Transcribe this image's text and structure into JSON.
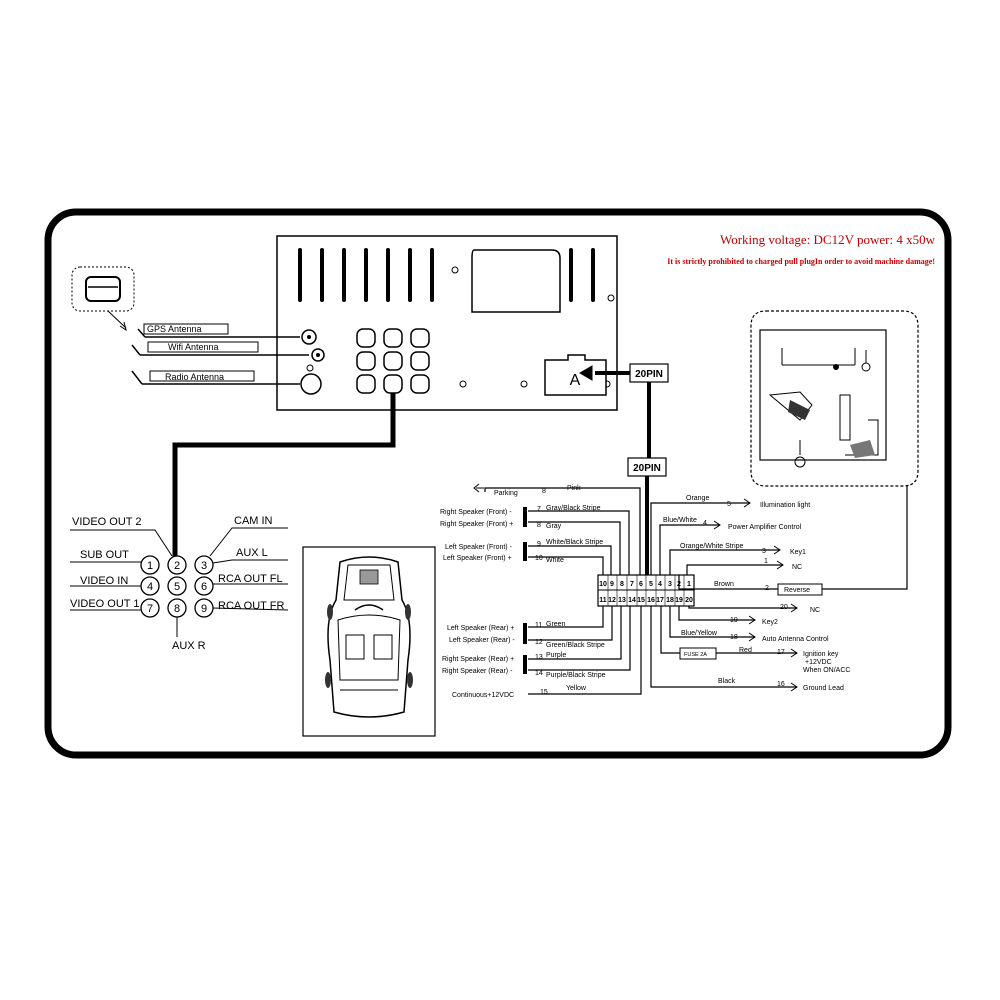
{
  "header": {
    "working_voltage": "Working voltage: DC12V power: 4 x50w",
    "warning": "It is strictly prohibited to charged pull plugIn order to avoid machine damage!"
  },
  "antennas": {
    "gps": "GPS Antenna",
    "wifi": "Wifi Antenna",
    "radio": "Radio Antenna"
  },
  "connector_a": "A",
  "pin_labels": [
    "20PIN",
    "20PIN"
  ],
  "av_connector": {
    "pins": [
      "1",
      "2",
      "3",
      "4",
      "5",
      "6",
      "7",
      "8",
      "9"
    ],
    "labels": {
      "video_out_2": "VIDEO OUT 2",
      "cam_in": "CAM IN",
      "sub_out": "SUB OUT",
      "aux_l": "AUX L",
      "video_in": "VIDEO IN",
      "rca_out_fl": "RCA OUT FL",
      "video_out_1": "VIDEO OUT 1",
      "rca_out_fr": "RCA OUT FR",
      "aux_r": "AUX R"
    }
  },
  "harness": {
    "top_row": [
      "10",
      "9",
      "8",
      "7",
      "6",
      "5",
      "4",
      "3",
      "2",
      "1"
    ],
    "bottom_row": [
      "11",
      "12",
      "13",
      "14",
      "15",
      "16",
      "17",
      "18",
      "19",
      "20"
    ]
  },
  "left_wires": [
    {
      "label": "Parking",
      "num": "8",
      "color": "Pink"
    },
    {
      "label": "Right Speaker (Front) -",
      "num": "7",
      "color": "Gray/Black Stripe"
    },
    {
      "label": "Right Speaker (Front) +",
      "num": "8",
      "color": "Gray"
    },
    {
      "label": "Left Speaker (Front) -",
      "num": "9",
      "color": "White/Black Stripe"
    },
    {
      "label": "Left Speaker (Front) +",
      "num": "10",
      "color": "White"
    },
    {
      "label": "Left Speaker (Rear) +",
      "num": "11",
      "color": "Green"
    },
    {
      "label": "Left Speaker (Rear) -",
      "num": "12",
      "color": "Green/Black Stripe"
    },
    {
      "label": "Right Speaker (Rear) +",
      "num": "13",
      "color": "Purple"
    },
    {
      "label": "Right Speaker (Rear) -",
      "num": "14",
      "color": "Purple/Black Stripe"
    },
    {
      "label": "Continuous+12VDC",
      "num": "15",
      "color": "Yellow"
    }
  ],
  "right_wires": [
    {
      "label": "Illumination light",
      "num": "5",
      "color": "Orange"
    },
    {
      "label": "Power Amplifier Control",
      "num": "4",
      "color": "Blue/White"
    },
    {
      "label": "Key1",
      "num": "3",
      "color": "Orange/White Stripe"
    },
    {
      "label": "NC",
      "num": "1",
      "color": ""
    },
    {
      "label": "Reverse",
      "num": "2",
      "color": "Brown"
    },
    {
      "label": "NC",
      "num": "20",
      "color": ""
    },
    {
      "label": "Key2",
      "num": "19",
      "color": ""
    },
    {
      "label": "Auto Antenna Control",
      "num": "18",
      "color": "Blue/Yellow"
    },
    {
      "label": "Ignition key",
      "label2": "+12VDC",
      "label3": "When ON/ACC",
      "num": "17",
      "color": "Red",
      "fuse": "FUSE 2A"
    },
    {
      "label": "Ground Lead",
      "num": "16",
      "color": "Black"
    }
  ]
}
